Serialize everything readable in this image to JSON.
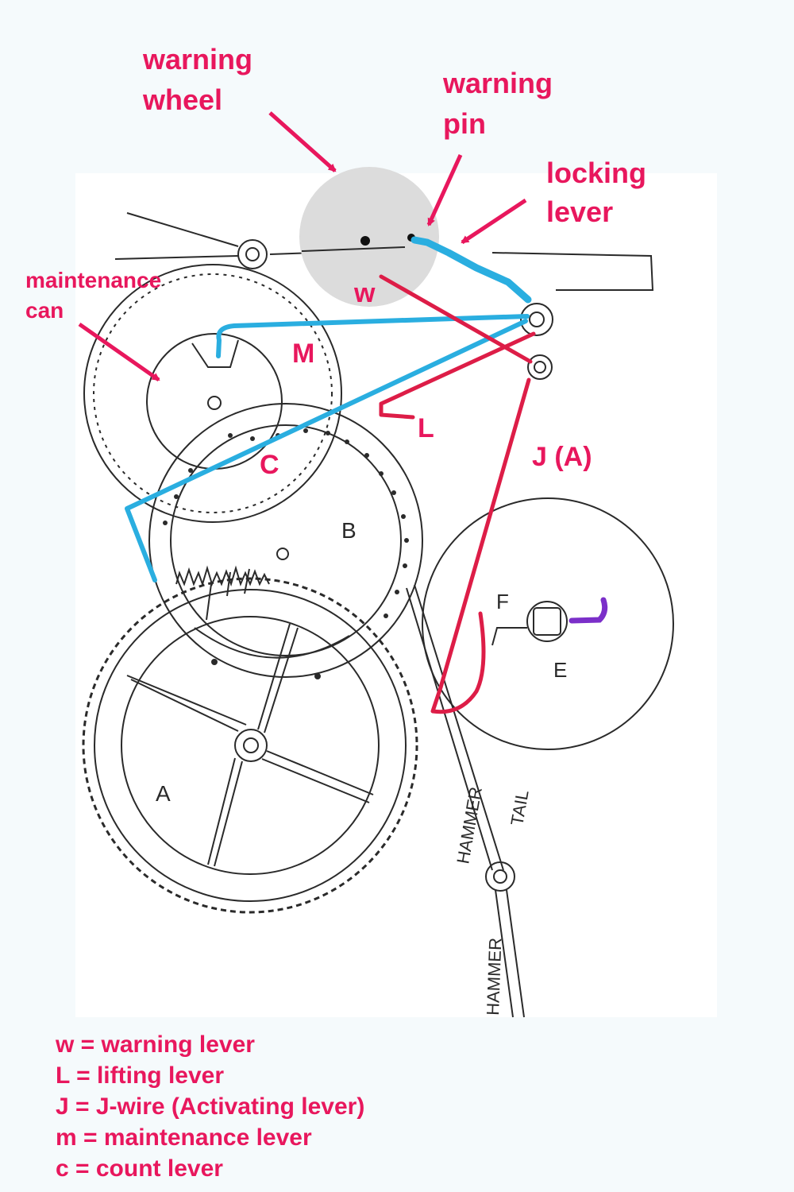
{
  "colors": {
    "annotation": "#e8175d",
    "blue_lever": "#2aaee0",
    "red_lever": "#dd1d47",
    "purple": "#7b2fc9",
    "warning_wheel_fill": "#dcdcdc",
    "line_art": "#2a2a2a",
    "background": "#f5fafc",
    "panel": "#ffffff"
  },
  "callouts": {
    "warning_wheel": [
      "warning",
      "wheel"
    ],
    "warning_pin": [
      "warning",
      "pin"
    ],
    "locking_lever": [
      "locking",
      "lever"
    ],
    "maintenance_can": [
      "maintenance",
      "can"
    ]
  },
  "part_labels": {
    "w": "w",
    "M": "M",
    "L": "L",
    "C": "C",
    "J": "J (A)"
  },
  "drawing_labels": {
    "A": "A",
    "B": "B",
    "E": "E",
    "F": "F",
    "hammer_tail": [
      "HAMMER",
      "TAIL"
    ],
    "hammer": "HAMMER"
  },
  "legend": [
    "w = warning lever",
    "L = lifting lever",
    "J = J-wire (Activating lever)",
    "m = maintenance lever",
    "c = count lever"
  ]
}
